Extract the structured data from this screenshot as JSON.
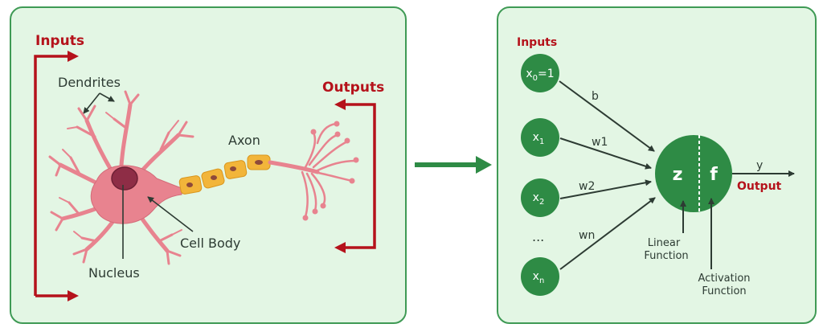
{
  "biological_neuron": {
    "inputs_label": "Inputs",
    "outputs_label": "Outputs",
    "dendrites_label": "Dendrites",
    "axon_label": "Axon",
    "cell_body_label": "Cell Body",
    "nucleus_label": "Nucleus"
  },
  "artificial_neuron": {
    "inputs_label": "Inputs",
    "nodes": [
      {
        "base": "x",
        "sub": "0",
        "suffix": "=1",
        "weight": "b"
      },
      {
        "base": "x",
        "sub": "1",
        "suffix": "",
        "weight": "w1"
      },
      {
        "base": "x",
        "sub": "2",
        "suffix": "",
        "weight": "w2"
      },
      {
        "base": "x",
        "sub": "n",
        "suffix": "",
        "weight": "wn"
      }
    ],
    "ellipsis": "...",
    "linear_symbol": "z",
    "activation_symbol": "f",
    "output_symbol": "y",
    "output_label": "Output",
    "linear_label_line1": "Linear",
    "linear_label_line2": "Function",
    "activation_label_line1": "Activation",
    "activation_label_line2": "Function"
  },
  "colors": {
    "panel_bg": "#e3f6e4",
    "panel_border": "#3f9a55",
    "red": "#b5121b",
    "node_green": "#2e8b45",
    "neuron_pink": "#e8838f",
    "axon_yellow": "#f2b53a"
  }
}
